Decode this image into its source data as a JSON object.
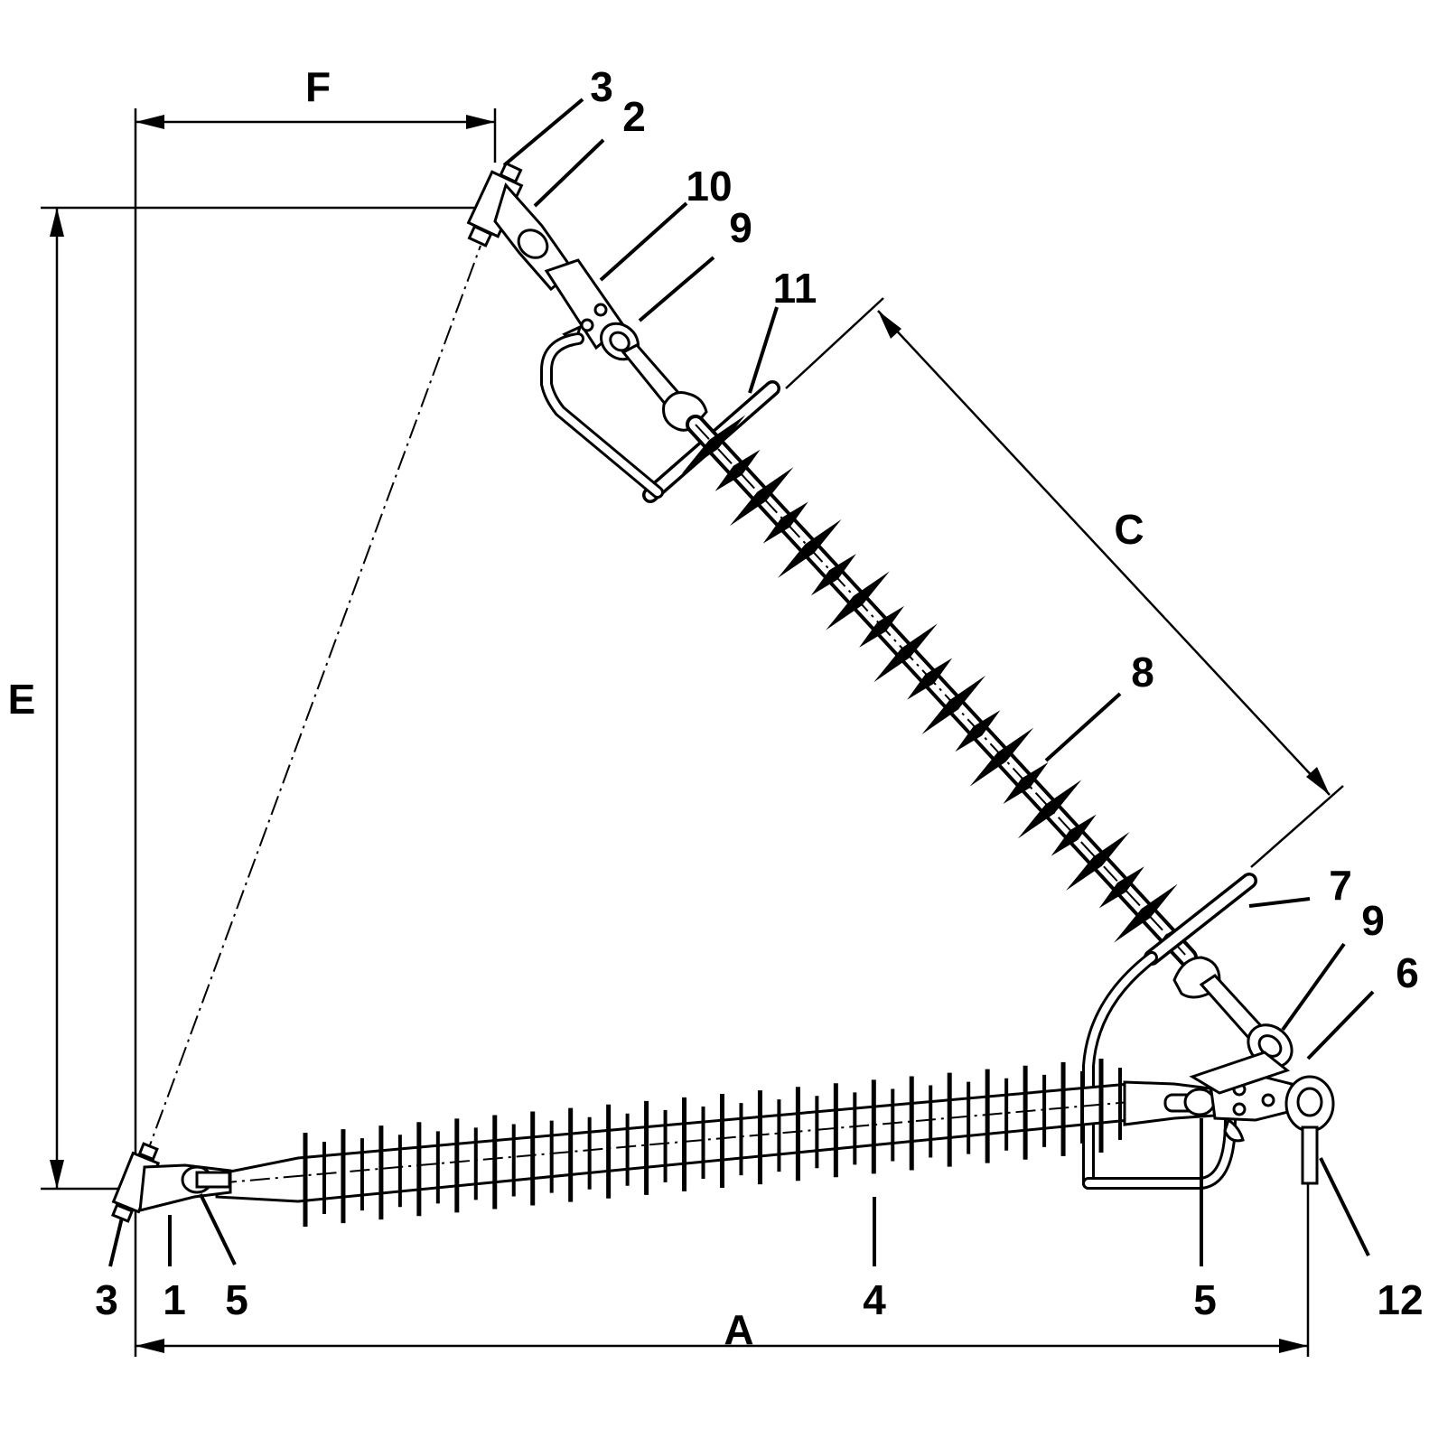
{
  "labels": {
    "A": "A",
    "C": "C",
    "E": "E",
    "F": "F",
    "p1": "1",
    "p2": "2",
    "p3_top": "3",
    "p3_bottom": "3",
    "p4": "4",
    "p5_left": "5",
    "p5_right": "5",
    "p6": "6",
    "p7": "7",
    "p8": "8",
    "p9_top": "9",
    "p9_bottom": "9",
    "p10": "10",
    "p11": "11",
    "p12": "12"
  }
}
